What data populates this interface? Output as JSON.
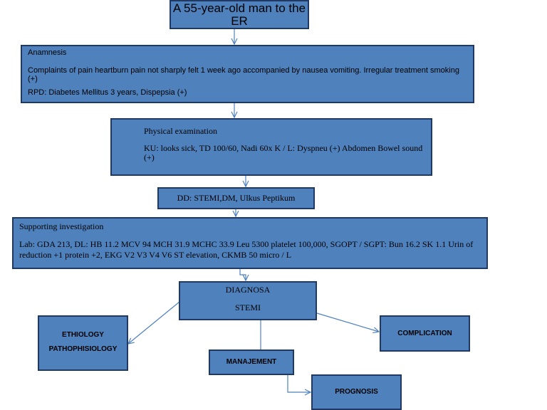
{
  "colors": {
    "box_fill": "#4f81bd",
    "box_border": "#1f3864",
    "arrow": "#4f81bd"
  },
  "title": {
    "text": "A 55-year-old man to the ER"
  },
  "anamnesis": {
    "heading": "Anamnesis",
    "complaint": "Complaints of pain heartburn pain not sharply felt 1 week ago accompanied by nausea vomiting. Irregular treatment smoking (+)",
    "rpd": "RPD: Diabetes Mellitus 3 years, Dispepsia (+)"
  },
  "physical_exam": {
    "heading": "Physical examination",
    "details": "KU: looks sick, TD 100/60, Nadi 60x K / L: Dyspneu (+) Abdomen Bowel sound (+)"
  },
  "differential": {
    "text": "DD: STEMI,DM, Ulkus Peptikum"
  },
  "supporting": {
    "heading": "Supporting investigation",
    "details": "Lab: GDA 213, DL: HB 11.2 MCV 94 MCH 31.9 MCHC 33.9 Leu 5300 platelet 100,000, SGOPT / SGPT: Bun 16.2 SK 1.1 Urin of reduction +1 protein +2, EKG V2 V3 V4 V6 ST elevation, CKMB 50 micro / L"
  },
  "diagnosis": {
    "heading": "DIAGNOSA",
    "value": "STEMI"
  },
  "etiology": {
    "line1": "ETHIOLOGY",
    "line2": "PATHOPHISIOLOGY"
  },
  "complication": {
    "text": "COMPLICATION"
  },
  "management": {
    "text": "MANAJEMENT"
  },
  "prognosis": {
    "text": "PROGNOSIS"
  }
}
